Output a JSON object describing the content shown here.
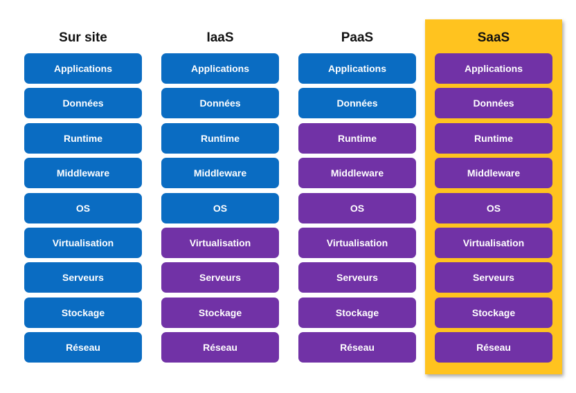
{
  "colors": {
    "customer_managed": "#0A6CC2",
    "provider_managed": "#7132A6",
    "highlight": "#FFC31F"
  },
  "columns": [
    {
      "title": "Sur site",
      "layers": [
        {
          "label": "Applications",
          "managed_by": "customer"
        },
        {
          "label": "Données",
          "managed_by": "customer"
        },
        {
          "label": "Runtime",
          "managed_by": "customer"
        },
        {
          "label": "Middleware",
          "managed_by": "customer"
        },
        {
          "label": "OS",
          "managed_by": "customer"
        },
        {
          "label": "Virtualisation",
          "managed_by": "customer"
        },
        {
          "label": "Serveurs",
          "managed_by": "customer"
        },
        {
          "label": "Stockage",
          "managed_by": "customer"
        },
        {
          "label": "Réseau",
          "managed_by": "customer"
        }
      ]
    },
    {
      "title": "IaaS",
      "layers": [
        {
          "label": "Applications",
          "managed_by": "customer"
        },
        {
          "label": "Données",
          "managed_by": "customer"
        },
        {
          "label": "Runtime",
          "managed_by": "customer"
        },
        {
          "label": "Middleware",
          "managed_by": "customer"
        },
        {
          "label": "OS",
          "managed_by": "customer"
        },
        {
          "label": "Virtualisation",
          "managed_by": "provider"
        },
        {
          "label": "Serveurs",
          "managed_by": "provider"
        },
        {
          "label": "Stockage",
          "managed_by": "provider"
        },
        {
          "label": "Réseau",
          "managed_by": "provider"
        }
      ]
    },
    {
      "title": "PaaS",
      "layers": [
        {
          "label": "Applications",
          "managed_by": "customer"
        },
        {
          "label": "Données",
          "managed_by": "customer"
        },
        {
          "label": "Runtime",
          "managed_by": "provider"
        },
        {
          "label": "Middleware",
          "managed_by": "provider"
        },
        {
          "label": "OS",
          "managed_by": "provider"
        },
        {
          "label": "Virtualisation",
          "managed_by": "provider"
        },
        {
          "label": "Serveurs",
          "managed_by": "provider"
        },
        {
          "label": "Stockage",
          "managed_by": "provider"
        },
        {
          "label": "Réseau",
          "managed_by": "provider"
        }
      ]
    },
    {
      "title": "SaaS",
      "highlighted": true,
      "layers": [
        {
          "label": "Applications",
          "managed_by": "provider"
        },
        {
          "label": "Données",
          "managed_by": "provider"
        },
        {
          "label": "Runtime",
          "managed_by": "provider"
        },
        {
          "label": "Middleware",
          "managed_by": "provider"
        },
        {
          "label": "OS",
          "managed_by": "provider"
        },
        {
          "label": "Virtualisation",
          "managed_by": "provider"
        },
        {
          "label": "Serveurs",
          "managed_by": "provider"
        },
        {
          "label": "Stockage",
          "managed_by": "provider"
        },
        {
          "label": "Réseau",
          "managed_by": "provider"
        }
      ]
    }
  ]
}
